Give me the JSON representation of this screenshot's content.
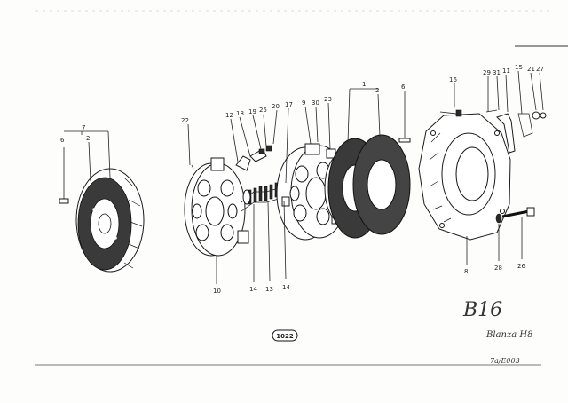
{
  "diagram": {
    "part_labels": [
      {
        "id": "7",
        "text": "7"
      },
      {
        "id": "6a",
        "text": "6"
      },
      {
        "id": "2a",
        "text": "2"
      },
      {
        "id": "22",
        "text": "22"
      },
      {
        "id": "10",
        "text": "10"
      },
      {
        "id": "12",
        "text": "12"
      },
      {
        "id": "18",
        "text": "18"
      },
      {
        "id": "19",
        "text": "19"
      },
      {
        "id": "25",
        "text": "25"
      },
      {
        "id": "20",
        "text": "20"
      },
      {
        "id": "17",
        "text": "17"
      },
      {
        "id": "9",
        "text": "9"
      },
      {
        "id": "30",
        "text": "30"
      },
      {
        "id": "23",
        "text": "23"
      },
      {
        "id": "14a",
        "text": "14"
      },
      {
        "id": "13",
        "text": "13"
      },
      {
        "id": "14b",
        "text": "14"
      },
      {
        "id": "1",
        "text": "1"
      },
      {
        "id": "2b",
        "text": "2"
      },
      {
        "id": "6b",
        "text": "6"
      },
      {
        "id": "16",
        "text": "16"
      },
      {
        "id": "29",
        "text": "29"
      },
      {
        "id": "31",
        "text": "31"
      },
      {
        "id": "11",
        "text": "11"
      },
      {
        "id": "15",
        "text": "15"
      },
      {
        "id": "21",
        "text": "21"
      },
      {
        "id": "27",
        "text": "27"
      },
      {
        "id": "8",
        "text": "8"
      },
      {
        "id": "28",
        "text": "28"
      },
      {
        "id": "26",
        "text": "26"
      }
    ],
    "figure_number": "1022",
    "handwritten_code": "B16",
    "handwritten_note": "Blanza H8",
    "bottom_note": "7a/E003"
  }
}
